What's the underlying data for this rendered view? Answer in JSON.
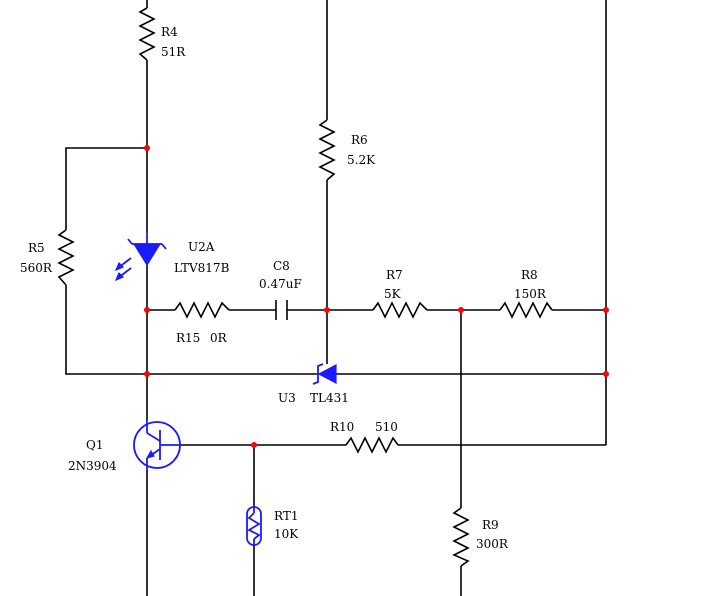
{
  "colors": {
    "wire": "#000000",
    "component": "#1a1aff",
    "junction": "#ff0000",
    "background": "#ffffff"
  },
  "components": {
    "r4": {
      "ref": "R4",
      "value": "51R"
    },
    "r5": {
      "ref": "R5",
      "value": "560R"
    },
    "r6": {
      "ref": "R6",
      "value": "5.2K"
    },
    "r7": {
      "ref": "R7",
      "value": "5K"
    },
    "r8": {
      "ref": "R8",
      "value": "150R"
    },
    "r9": {
      "ref": "R9",
      "value": "300R"
    },
    "r10": {
      "ref": "R10",
      "value": "510"
    },
    "r15": {
      "ref": "R15",
      "value": "0R"
    },
    "c8": {
      "ref": "C8",
      "value": "0.47uF"
    },
    "u2a": {
      "ref": "U2A",
      "value": "LTV817B"
    },
    "u3": {
      "ref": "U3",
      "value": "TL431"
    },
    "q1": {
      "ref": "Q1",
      "value": "2N3904"
    },
    "rt1": {
      "ref": "RT1",
      "value": "10K"
    }
  }
}
